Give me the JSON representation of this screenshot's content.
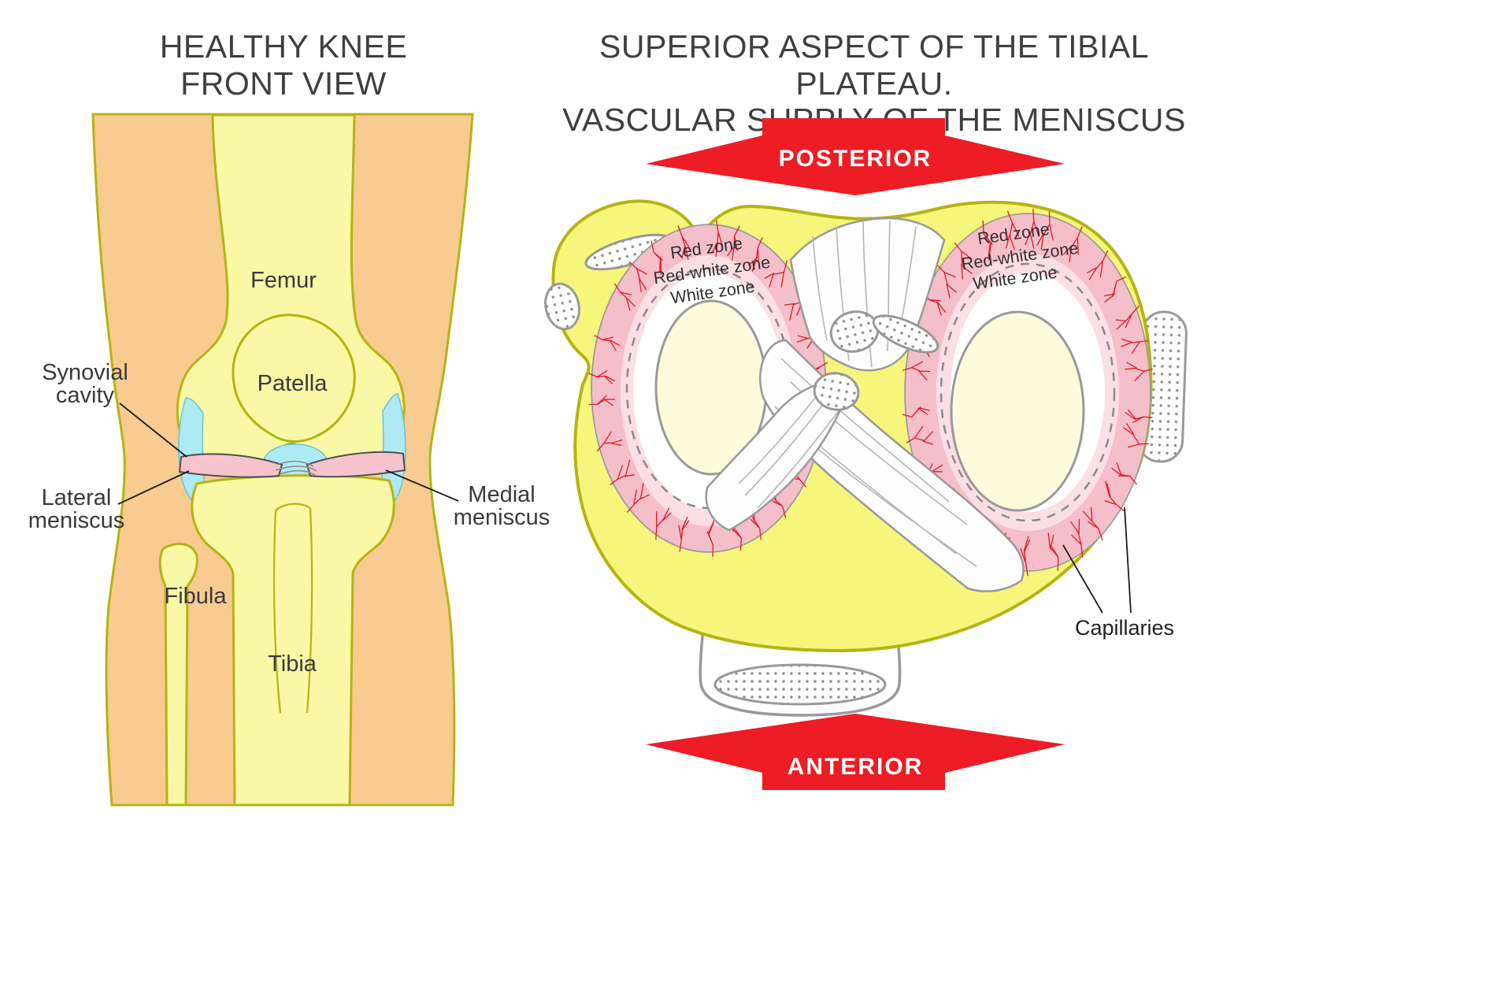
{
  "colors": {
    "skin": "#f8cb90",
    "bone_fill": "#f8f8a6",
    "bone_outline": "#b4b414",
    "plateau_fill": "#f6f67c",
    "synovial_fill": "#aeeaf4",
    "meniscus_pink": "#f6c3cd",
    "zone_pink": "#f5bfc9",
    "capillary_red": "#e01828",
    "arrow_red": "#ee1c25",
    "text_dark": "#3e3e3e"
  },
  "left_panel": {
    "title": [
      "HEALTHY KNEE",
      "FRONT VIEW"
    ],
    "labels": {
      "femur": "Femur",
      "patella": "Patella",
      "synovial_cavity": [
        "Synovial",
        "cavity"
      ],
      "lateral_meniscus": [
        "Lateral",
        "meniscus"
      ],
      "medial_meniscus": [
        "Medial",
        "meniscus"
      ],
      "fibula": "Fibula",
      "tibia": "Tibia"
    }
  },
  "right_panel": {
    "title": [
      "SUPERIOR ASPECT OF THE TIBIAL PLATEAU.",
      "VASCULAR SUPPLY OF THE MENISCUS"
    ],
    "direction_labels": {
      "posterior": "POSTERIOR",
      "anterior": "ANTERIOR"
    },
    "zone_labels_left": [
      "Red zone",
      "Red-white zone",
      "White zone"
    ],
    "zone_labels_right": [
      "Red zone",
      "Red-white zone",
      "White zone"
    ],
    "capillaries": "Capillaries"
  }
}
